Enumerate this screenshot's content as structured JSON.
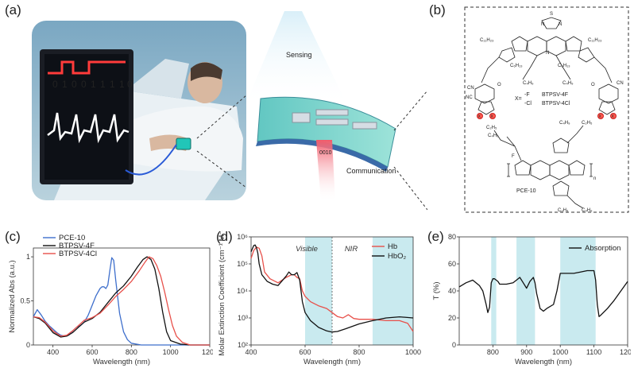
{
  "panels": {
    "a": {
      "label": "(a)",
      "monitor_digits": [
        "0",
        "1",
        "0",
        "0",
        "1",
        "1",
        "1",
        "1",
        "0"
      ],
      "sensing_label": "Sensing",
      "communication_label": "Communication",
      "chip_digits": "0010"
    },
    "b": {
      "label": "(b)",
      "groups": {
        "c11_left": "C₁₁H₂₃",
        "c11_right": "C₁₁H₂₃",
        "c6_left": "C₆H₁₃",
        "c6_right": "C₆H₁₃",
        "c4_left": "C₄H₉",
        "c4_right": "C₄H₉",
        "cn": "CN",
        "nc": "NC",
        "s": "S",
        "n": "N",
        "o": "O",
        "f": "F",
        "x": "X",
        "x_eq": "X=",
        "x_f": "-F",
        "x_cl": "-Cl",
        "name_4f": "BTPSV-4F",
        "name_4cl": "BTPSV-4Cl",
        "c2": "C₂H₅",
        "c4": "C₄H₉",
        "n_sub": "n",
        "polymer": "PCE-10"
      }
    },
    "c": {
      "label": "(c)"
    },
    "d": {
      "label": "(d)"
    },
    "e": {
      "label": "(e)"
    }
  },
  "chart_data": [
    {
      "panel": "c",
      "type": "line",
      "xlabel": "Wavelength (nm)",
      "ylabel": "Normalized Abs (a.u.)",
      "xlim": [
        300,
        1200
      ],
      "ylim": [
        0,
        1.1
      ],
      "xticks": [
        400,
        600,
        800,
        1000,
        1200
      ],
      "yticks": [
        0.0,
        0.5,
        1.0
      ],
      "legend_position": "top-left",
      "series": [
        {
          "name": "PCE-10",
          "color": "#3e6fcc",
          "x": [
            300,
            320,
            340,
            360,
            380,
            400,
            420,
            440,
            460,
            480,
            500,
            520,
            540,
            560,
            580,
            600,
            620,
            640,
            650,
            660,
            670,
            680,
            690,
            700,
            710,
            720,
            740,
            760,
            780,
            800,
            850,
            900,
            1000,
            1100,
            1200
          ],
          "y": [
            0.32,
            0.4,
            0.34,
            0.27,
            0.22,
            0.18,
            0.14,
            0.11,
            0.1,
            0.11,
            0.16,
            0.2,
            0.22,
            0.26,
            0.34,
            0.45,
            0.56,
            0.64,
            0.66,
            0.66,
            0.64,
            0.68,
            0.84,
            0.99,
            0.96,
            0.74,
            0.36,
            0.15,
            0.06,
            0.02,
            0.0,
            0.0,
            0.0,
            0.0,
            0.0
          ]
        },
        {
          "name": "BTPSV-4F",
          "color": "#111111",
          "x": [
            300,
            330,
            360,
            400,
            440,
            470,
            500,
            530,
            560,
            600,
            640,
            680,
            720,
            760,
            800,
            830,
            860,
            880,
            900,
            920,
            940,
            960,
            980,
            1000,
            1050,
            1100,
            1200
          ],
          "y": [
            0.32,
            0.3,
            0.25,
            0.14,
            0.09,
            0.1,
            0.14,
            0.2,
            0.26,
            0.3,
            0.37,
            0.48,
            0.59,
            0.67,
            0.78,
            0.88,
            0.97,
            1.0,
            0.97,
            0.86,
            0.64,
            0.37,
            0.15,
            0.05,
            0.01,
            0.0,
            0.0
          ]
        },
        {
          "name": "BTPSV-4Cl",
          "color": "#e8504a",
          "x": [
            300,
            330,
            360,
            400,
            440,
            470,
            500,
            530,
            560,
            600,
            640,
            680,
            720,
            760,
            800,
            840,
            870,
            890,
            910,
            930,
            950,
            970,
            990,
            1010,
            1030,
            1060,
            1100,
            1200
          ],
          "y": [
            0.32,
            0.31,
            0.26,
            0.16,
            0.1,
            0.11,
            0.16,
            0.22,
            0.28,
            0.31,
            0.36,
            0.45,
            0.55,
            0.63,
            0.72,
            0.84,
            0.94,
            1.0,
            0.98,
            0.9,
            0.78,
            0.6,
            0.4,
            0.22,
            0.1,
            0.03,
            0.0,
            0.0
          ]
        }
      ]
    },
    {
      "panel": "d",
      "type": "line",
      "xlabel": "Wavelength (nm)",
      "ylabel": "Molar Extinction Coefficient (cm⁻¹ M⁻¹)",
      "xlim": [
        400,
        1000
      ],
      "ylim_log10": [
        2,
        6
      ],
      "yscale": "log",
      "xticks": [
        400,
        600,
        800,
        1000
      ],
      "ytick_labels": [
        "10²",
        "10³",
        "10⁴",
        "10⁵",
        "10⁶"
      ],
      "region_labels": {
        "visible": "Visible",
        "nir": "NIR"
      },
      "divider_x": 700,
      "shaded_x_ranges": [
        [
          600,
          700
        ],
        [
          850,
          1000
        ]
      ],
      "legend_position": "top-right",
      "series": [
        {
          "name": "Hb",
          "color": "#e8504a",
          "x": [
            400,
            410,
            420,
            430,
            440,
            450,
            470,
            500,
            530,
            550,
            560,
            570,
            580,
            590,
            600,
            620,
            650,
            680,
            700,
            720,
            740,
            760,
            770,
            780,
            800,
            850,
            900,
            950,
            980,
            1000
          ],
          "y_log10": [
            5.2,
            5.5,
            5.62,
            5.58,
            5.3,
            4.7,
            4.45,
            4.3,
            4.5,
            4.6,
            4.6,
            4.5,
            4.45,
            4.0,
            3.8,
            3.6,
            3.45,
            3.35,
            3.2,
            3.05,
            3.0,
            3.12,
            3.05,
            2.98,
            2.95,
            2.95,
            2.9,
            2.9,
            2.8,
            2.5
          ]
        },
        {
          "name": "HbO₂",
          "color": "#111111",
          "x": [
            400,
            410,
            415,
            420,
            425,
            430,
            440,
            460,
            480,
            500,
            530,
            540,
            550,
            560,
            570,
            580,
            590,
            600,
            620,
            650,
            680,
            700,
            720,
            750,
            800,
            850,
            900,
            950,
            1000
          ],
          "y_log10": [
            5.45,
            5.68,
            5.7,
            5.6,
            5.4,
            5.0,
            4.6,
            4.35,
            4.25,
            4.2,
            4.55,
            4.7,
            4.6,
            4.6,
            4.68,
            4.4,
            3.6,
            3.2,
            2.9,
            2.65,
            2.52,
            2.48,
            2.5,
            2.6,
            2.78,
            2.9,
            3.0,
            3.04,
            3.0
          ]
        }
      ]
    },
    {
      "panel": "e",
      "type": "line",
      "xlabel": "Wavelength (nm)",
      "ylabel": "T (%)",
      "xlim": [
        700,
        1200
      ],
      "ylim": [
        0,
        80
      ],
      "xticks": [
        800,
        900,
        1000,
        1100,
        1200
      ],
      "yticks": [
        0,
        20,
        40,
        60,
        80
      ],
      "shaded_x_ranges": [
        [
          795,
          810
        ],
        [
          870,
          925
        ],
        [
          1000,
          1105
        ]
      ],
      "legend_position": "top-right",
      "series": [
        {
          "name": "Absorption",
          "color": "#111111",
          "x": [
            700,
            720,
            740,
            760,
            770,
            780,
            785,
            790,
            795,
            800,
            805,
            810,
            815,
            820,
            830,
            840,
            860,
            870,
            880,
            890,
            900,
            910,
            920,
            925,
            930,
            940,
            950,
            960,
            980,
            990,
            1000,
            1010,
            1020,
            1040,
            1060,
            1080,
            1100,
            1105,
            1110,
            1115,
            1120,
            1140,
            1160,
            1180,
            1200
          ],
          "y": [
            43,
            46,
            48,
            44,
            40,
            30,
            24,
            28,
            46,
            49,
            49,
            48,
            47,
            45,
            45,
            45,
            46,
            48,
            50,
            46,
            42,
            47,
            50,
            46,
            38,
            27,
            25,
            27,
            30,
            40,
            53,
            53,
            53,
            53,
            54,
            55,
            55,
            48,
            30,
            21,
            22,
            27,
            33,
            40,
            47
          ]
        }
      ]
    }
  ]
}
